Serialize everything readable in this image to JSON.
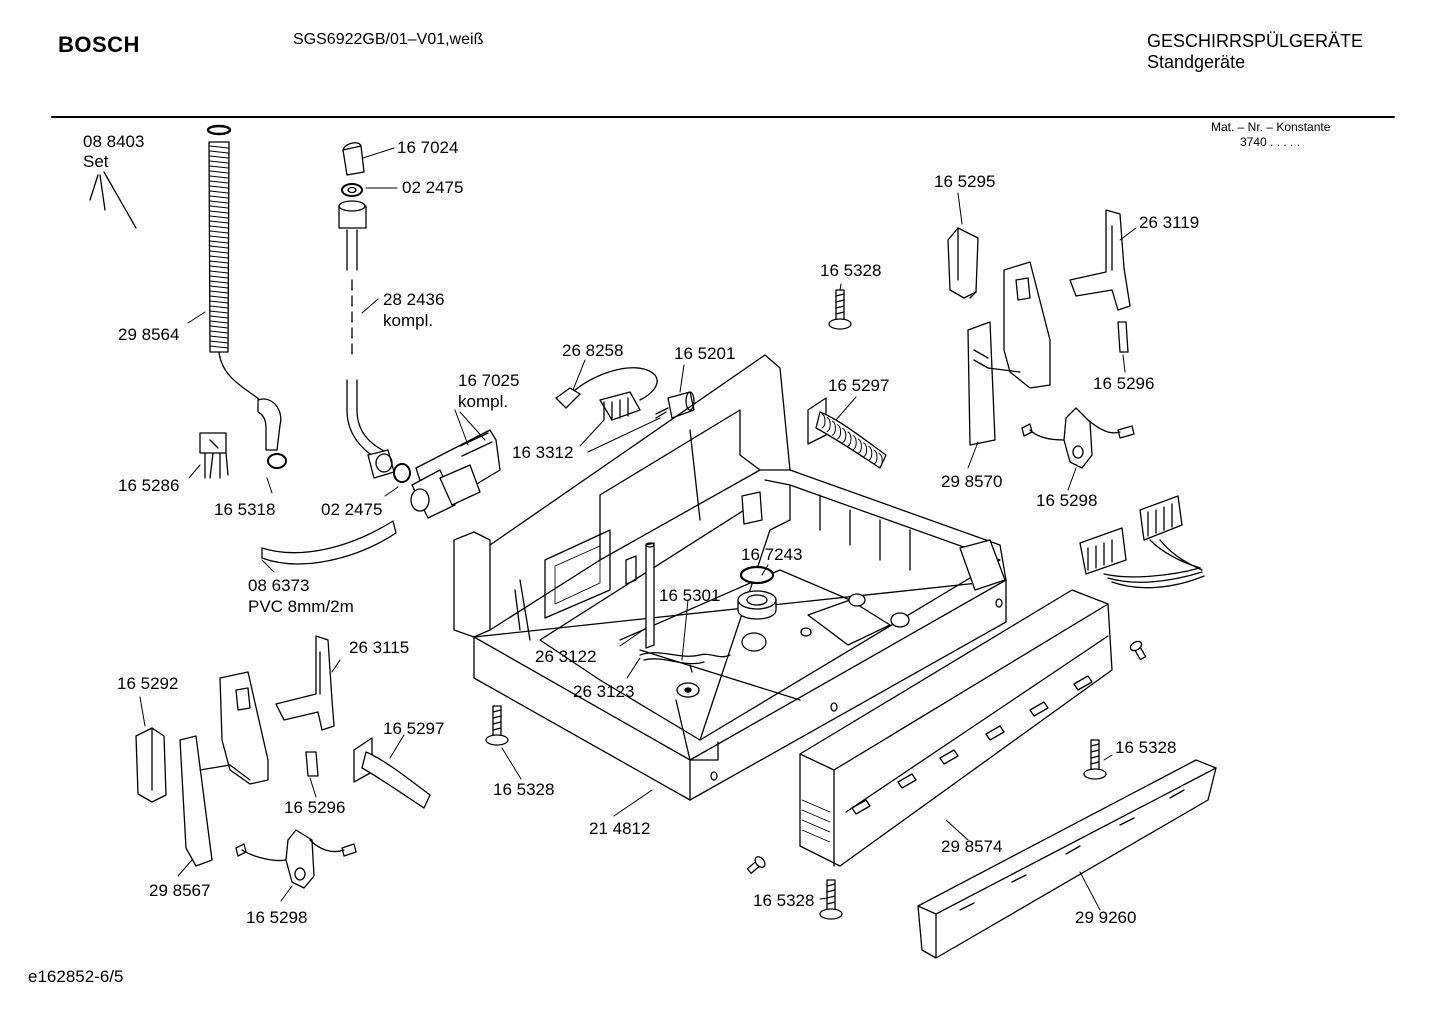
{
  "header": {
    "brand": "BOSCH",
    "model": "SGS6922GB/01–V01,weiß",
    "category": "GESCHIRRSPÜLGERÄTE",
    "subcategory": "Standgeräte",
    "mat_nr_title": "Mat. – Nr. – Konstante",
    "mat_nr_value": "3740  .   .   .   .   ."
  },
  "footer": {
    "doc_id": "e162852-6/5"
  },
  "labels": [
    {
      "text": "08 8403"
    },
    {
      "text": "Set"
    },
    {
      "text": "29 8564"
    },
    {
      "text": "16 7024"
    },
    {
      "text": "02 2475"
    },
    {
      "text": "28 2436"
    },
    {
      "text": "kompl."
    },
    {
      "text": "16 5286"
    },
    {
      "text": "16 5318"
    },
    {
      "text": "02 2475"
    },
    {
      "text": "08 6373"
    },
    {
      "text": "PVC 8mm/2m"
    },
    {
      "text": "26 8258"
    },
    {
      "text": "16 5201"
    },
    {
      "text": "16 7025"
    },
    {
      "text": "kompl."
    },
    {
      "text": "16 3312"
    },
    {
      "text": "16 5328"
    },
    {
      "text": "16 5297"
    },
    {
      "text": "16 5295"
    },
    {
      "text": "26 3119"
    },
    {
      "text": "16 5296"
    },
    {
      "text": "29 8570"
    },
    {
      "text": "16 5298"
    },
    {
      "text": "16 7243"
    },
    {
      "text": "16 5301"
    },
    {
      "text": "26 3122"
    },
    {
      "text": "26 3123"
    },
    {
      "text": "26 3115"
    },
    {
      "text": "16 5292"
    },
    {
      "text": "16 5297"
    },
    {
      "text": "16 5296"
    },
    {
      "text": "29 8567"
    },
    {
      "text": "16 5298"
    },
    {
      "text": "16 5328"
    },
    {
      "text": "21 4812"
    },
    {
      "text": "16 5328"
    },
    {
      "text": "29 8574"
    },
    {
      "text": "16 5328"
    },
    {
      "text": "29 9260"
    }
  ]
}
